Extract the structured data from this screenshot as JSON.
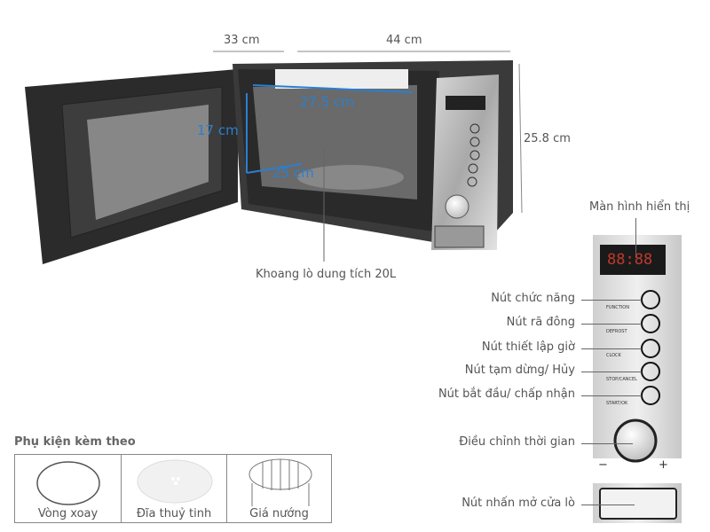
{
  "dimensions": {
    "depth": "33 cm",
    "width": "44 cm",
    "height": "25.8 cm"
  },
  "interior": {
    "width": "27.5 cm",
    "height": "17 cm",
    "depth": "25 cm",
    "capacity_label": "Khoang lò dung tích 20L"
  },
  "panel": {
    "display_label": "Màn hình hiển thị",
    "display_value": "88:88",
    "buttons": [
      {
        "label": "Nút chức năng",
        "tag": "FUNCTION"
      },
      {
        "label": "Nút rã đông",
        "tag": "DEFROST"
      },
      {
        "label": "Nút thiết lập giờ",
        "tag": "CLOCK"
      },
      {
        "label": "Nút tạm dừng/ Hủy",
        "tag": "STOP/CANCEL"
      },
      {
        "label": "Nút bắt đầu/ chấp nhận",
        "tag": "START/OK"
      }
    ],
    "knob_label": "Điều chỉnh thời gian",
    "knob_minus": "−",
    "knob_plus": "+",
    "door_button_label": "Nút nhấn mở cửa lò"
  },
  "accessories": {
    "title": "Phụ kiện kèm theo",
    "items": [
      {
        "label": "Vòng xoay"
      },
      {
        "label": "Đĩa thuỷ tinh"
      },
      {
        "label": "Giá nướng"
      }
    ]
  },
  "colors": {
    "accent": "#2a7fd0",
    "display_digits": "#c0392b"
  }
}
